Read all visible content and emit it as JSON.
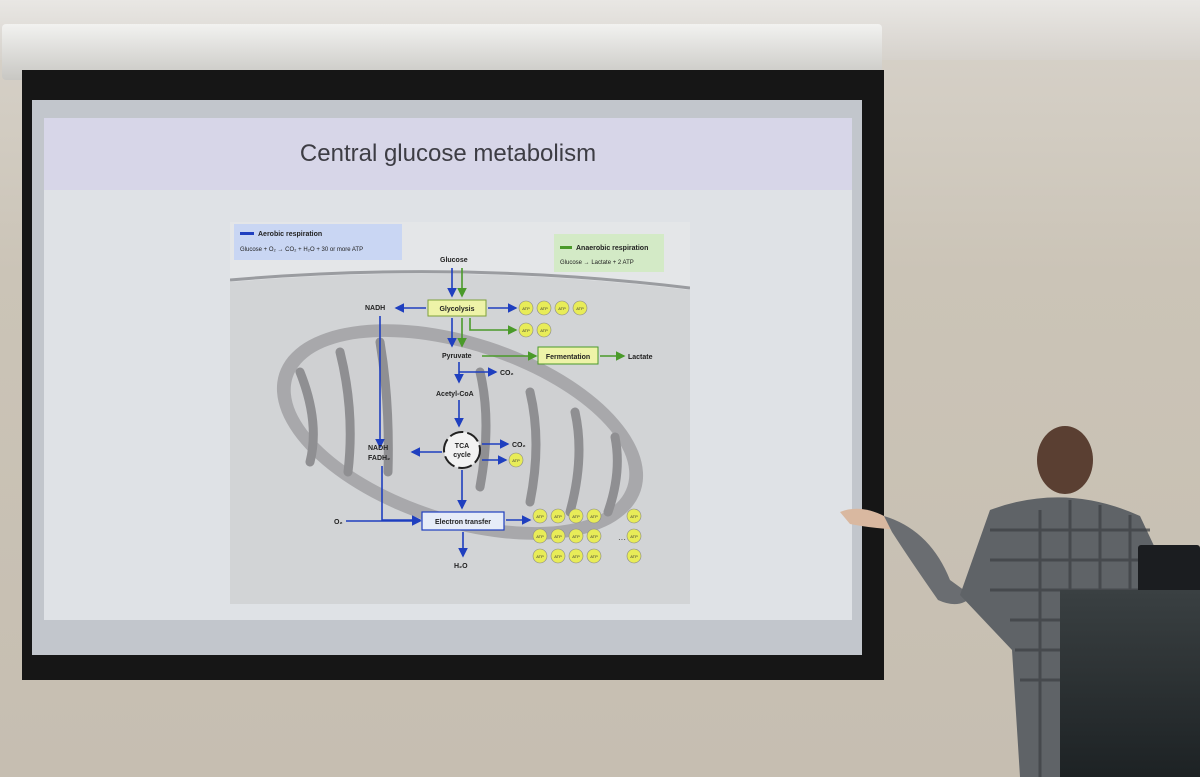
{
  "slide": {
    "title": "Central glucose metabolism"
  },
  "legend": {
    "aerobic": {
      "title": "Aerobic respiration",
      "equation": "Glucose + O₂ → CO₂ + H₂O + 30 or more ATP",
      "color": "#1f3fbf"
    },
    "anaerobic": {
      "title": "Anaerobic respiration",
      "equation": "Glucose → Lactate + 2 ATP",
      "color": "#4a9a2a"
    }
  },
  "diagram": {
    "glucose": "Glucose",
    "glycolysis": "Glycolysis",
    "nadh_top": "NADH",
    "pyruvate": "Pyruvate",
    "fermentation": "Fermentation",
    "lactate": "Lactate",
    "co2_1": "CO₂",
    "acetyl_coa": "Acetyl-CoA",
    "tca_line1": "TCA",
    "tca_line2": "cycle",
    "co2_2": "CO₂",
    "nadh_mid": "NADH",
    "fadh2": "FADH₂",
    "o2": "O₂",
    "electron_transfer": "Electron transfer",
    "h2o": "H₂O",
    "atp": "ATP",
    "ellipsis": "···"
  },
  "colors": {
    "atp_fill": "#e8ec58",
    "box_fill": "#eef3a8",
    "mito": "#8f8f92"
  }
}
